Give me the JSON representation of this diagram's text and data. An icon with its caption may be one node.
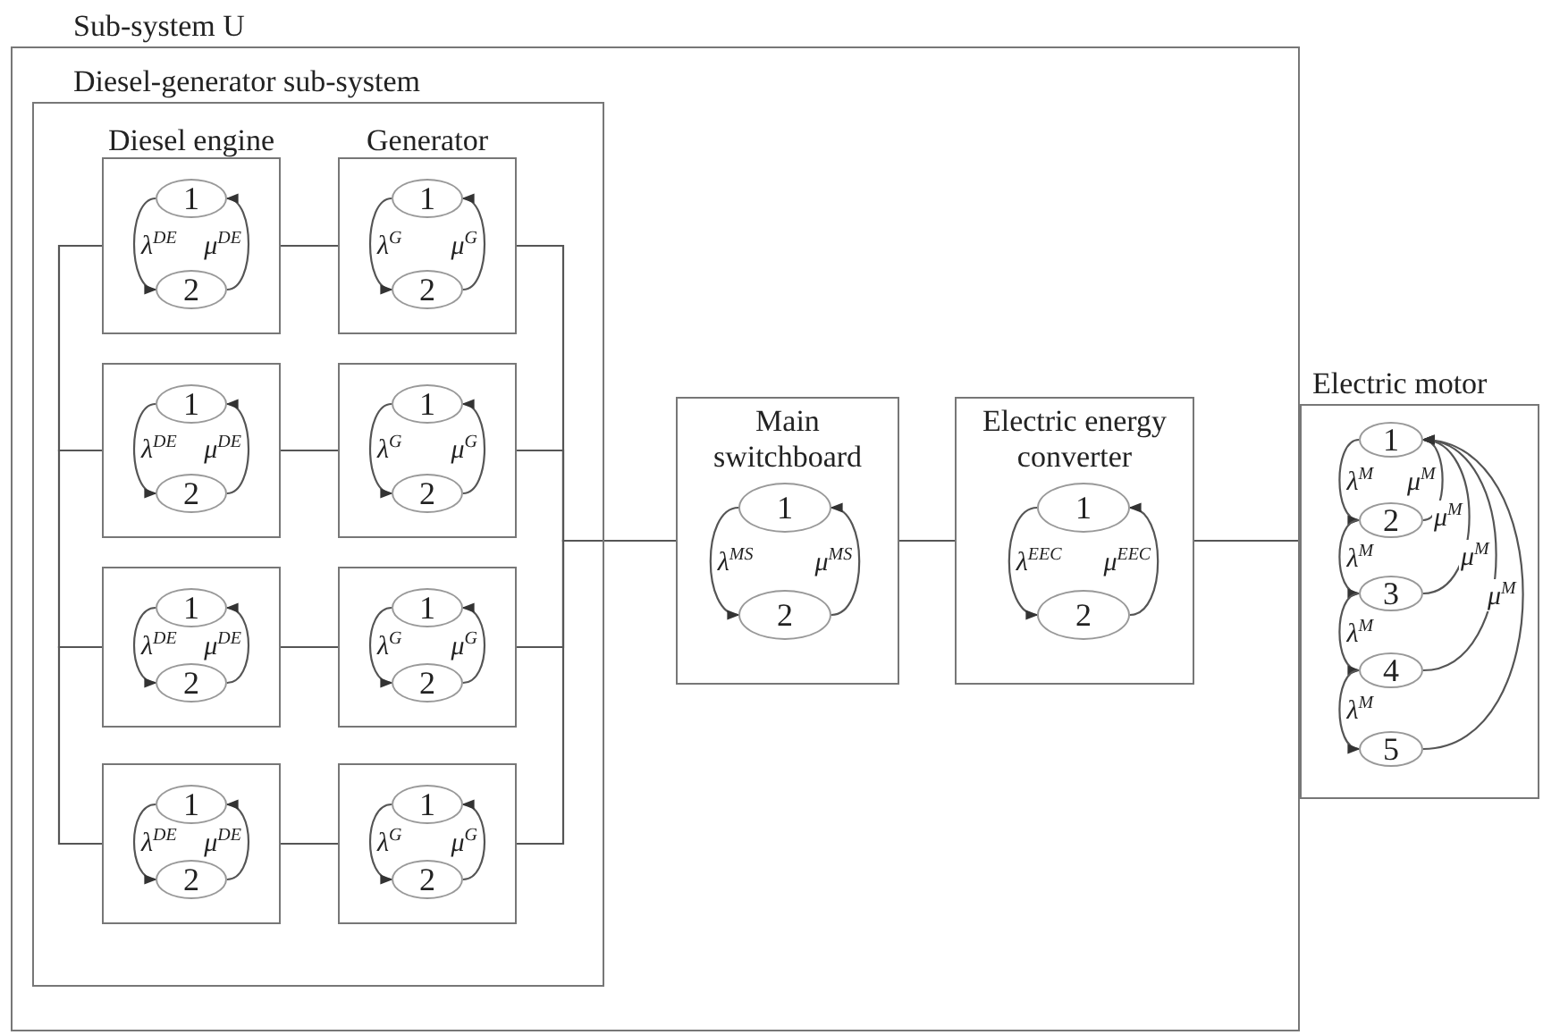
{
  "diagram": {
    "nodes": [
      {
        "text": [
          "Sub-system U"
        ]
      },
      {
        "text": [
          "Diesel-generator sub-system"
        ],
        "in": 0
      },
      {
        "text": [
          "Diesel engine"
        ],
        "in": 1
      },
      {
        "text": [
          "1"
        ],
        "in": 2
      },
      {
        "text": [
          "2"
        ],
        "in": 2
      },
      {
        "text": [
          "Generator"
        ],
        "in": 1
      },
      {
        "text": [
          "1"
        ],
        "in": 5
      },
      {
        "text": [
          "2"
        ],
        "in": 5
      },
      {
        "text": [],
        "shape": "box",
        "in": 1
      },
      {
        "text": [
          "1"
        ],
        "in": 8
      },
      {
        "text": [
          "2"
        ],
        "in": 8
      },
      {
        "text": [],
        "shape": "box",
        "in": 1
      },
      {
        "text": [
          "1"
        ],
        "in": 11
      },
      {
        "text": [
          "2"
        ],
        "in": 11
      },
      {
        "text": [],
        "shape": "box",
        "in": 1
      },
      {
        "text": [
          "1"
        ],
        "in": 14
      },
      {
        "text": [
          "2"
        ],
        "in": 14
      },
      {
        "text": [],
        "shape": "box",
        "in": 1
      },
      {
        "text": [
          "1"
        ],
        "in": 17
      },
      {
        "text": [
          "2"
        ],
        "in": 17
      },
      {
        "text": [],
        "shape": "box",
        "in": 1
      },
      {
        "text": [
          "1"
        ],
        "in": 20
      },
      {
        "text": [
          "2"
        ],
        "in": 20
      },
      {
        "text": [],
        "shape": "box",
        "in": 1
      },
      {
        "text": [
          "1"
        ],
        "in": 23
      },
      {
        "text": [
          "2"
        ],
        "in": 23
      },
      {
        "text": [
          "Main switchboard"
        ],
        "in": 0
      },
      {
        "text": [
          "1"
        ],
        "in": 26
      },
      {
        "text": [
          "2"
        ],
        "in": 26
      },
      {
        "text": [
          "Electric energy converter"
        ],
        "in": 0
      },
      {
        "text": [
          "1"
        ],
        "in": 29
      },
      {
        "text": [
          "2"
        ],
        "in": 29
      },
      {
        "text": [
          "Electric motor"
        ]
      },
      {
        "text": [
          "1"
        ],
        "in": 32
      },
      {
        "text": [
          "2"
        ],
        "in": 32
      },
      {
        "text": [
          "3"
        ],
        "in": 32
      },
      {
        "text": [
          "4"
        ],
        "in": 32
      },
      {
        "text": [
          "5"
        ],
        "in": 32
      }
    ],
    "edges": [
      {
        "from": 3,
        "to": 4,
        "arrow": "to",
        "label": "λ$^{DE}$"
      },
      {
        "from": 4,
        "to": 3,
        "arrow": "to",
        "label": "μ$^{DE}$"
      },
      {
        "from": 6,
        "to": 7,
        "arrow": "to",
        "label": "λ$^{G}$"
      },
      {
        "from": 7,
        "to": 6,
        "arrow": "to",
        "label": "μ$^{G}$"
      },
      {
        "from": 2,
        "to": 5,
        "arrow": "none"
      },
      {
        "from": 9,
        "to": 10,
        "arrow": "to",
        "label": "λ$^{DE}$"
      },
      {
        "from": 10,
        "to": 9,
        "arrow": "to",
        "label": "μ$^{DE}$"
      },
      {
        "from": 12,
        "to": 13,
        "arrow": "to",
        "label": "λ$^{G}$"
      },
      {
        "from": 13,
        "to": 12,
        "arrow": "to",
        "label": "μ$^{G}$"
      },
      {
        "from": 8,
        "to": 11,
        "arrow": "none"
      },
      {
        "from": 15,
        "to": 16,
        "arrow": "to",
        "label": "λ$^{DE}$"
      },
      {
        "from": 16,
        "to": 15,
        "arrow": "to",
        "label": "μ$^{DE}$"
      },
      {
        "from": 18,
        "to": 19,
        "arrow": "to",
        "label": "λ$^{G}$"
      },
      {
        "from": 19,
        "to": 18,
        "arrow": "to",
        "label": "μ$^{G}$"
      },
      {
        "from": 14,
        "to": 17,
        "arrow": "none"
      },
      {
        "from": 21,
        "to": 22,
        "arrow": "to",
        "label": "λ$^{DE}$"
      },
      {
        "from": 22,
        "to": 21,
        "arrow": "to",
        "label": "μ$^{DE}$"
      },
      {
        "from": 24,
        "to": 25,
        "arrow": "to",
        "label": "λ$^{G}$"
      },
      {
        "from": 25,
        "to": 24,
        "arrow": "to",
        "label": "μ$^{G}$"
      },
      {
        "from": 20,
        "to": 23,
        "arrow": "none"
      },
      {
        "from": 2,
        "to": 8,
        "arrow": "none"
      },
      {
        "from": 8,
        "to": 14,
        "arrow": "none"
      },
      {
        "from": 14,
        "to": 20,
        "arrow": "none"
      },
      {
        "from": 5,
        "to": 26,
        "arrow": "none"
      },
      {
        "from": 11,
        "to": 26,
        "arrow": "none"
      },
      {
        "from": 17,
        "to": 26,
        "arrow": "none"
      },
      {
        "from": 23,
        "to": 26,
        "arrow": "none"
      },
      {
        "from": 27,
        "to": 28,
        "arrow": "to",
        "label": "λ$^{MS}$"
      },
      {
        "from": 28,
        "to": 27,
        "arrow": "to",
        "label": "μ$^{MS}$"
      },
      {
        "from": 26,
        "to": 29,
        "arrow": "none"
      },
      {
        "from": 30,
        "to": 31,
        "arrow": "to",
        "label": "λ$^{EEC}$"
      },
      {
        "from": 31,
        "to": 30,
        "arrow": "to",
        "label": "μ$^{EEC}$"
      },
      {
        "from": 29,
        "to": 32,
        "arrow": "none"
      },
      {
        "from": 33,
        "to": 34,
        "arrow": "to",
        "label": "λ$^{M}$"
      },
      {
        "from": 34,
        "to": 33,
        "arrow": "to",
        "label": "μ$^{M}$"
      },
      {
        "from": 34,
        "to": 35,
        "arrow": "to",
        "label": "λ$^{M}$"
      },
      {
        "from": 35,
        "to": 33,
        "arrow": "to",
        "label": "μ$^{M}$"
      },
      {
        "from": 35,
        "to": 36,
        "arrow": "to",
        "label": "λ$^{M}$"
      },
      {
        "from": 36,
        "to": 33,
        "arrow": "to",
        "label": "μ$^{M}$"
      },
      {
        "from": 36,
        "to": 37,
        "arrow": "to",
        "label": "λ$^{M}$"
      },
      {
        "from": 37,
        "to": 33,
        "arrow": "to",
        "label": "μ$^{M}$"
      }
    ]
  }
}
